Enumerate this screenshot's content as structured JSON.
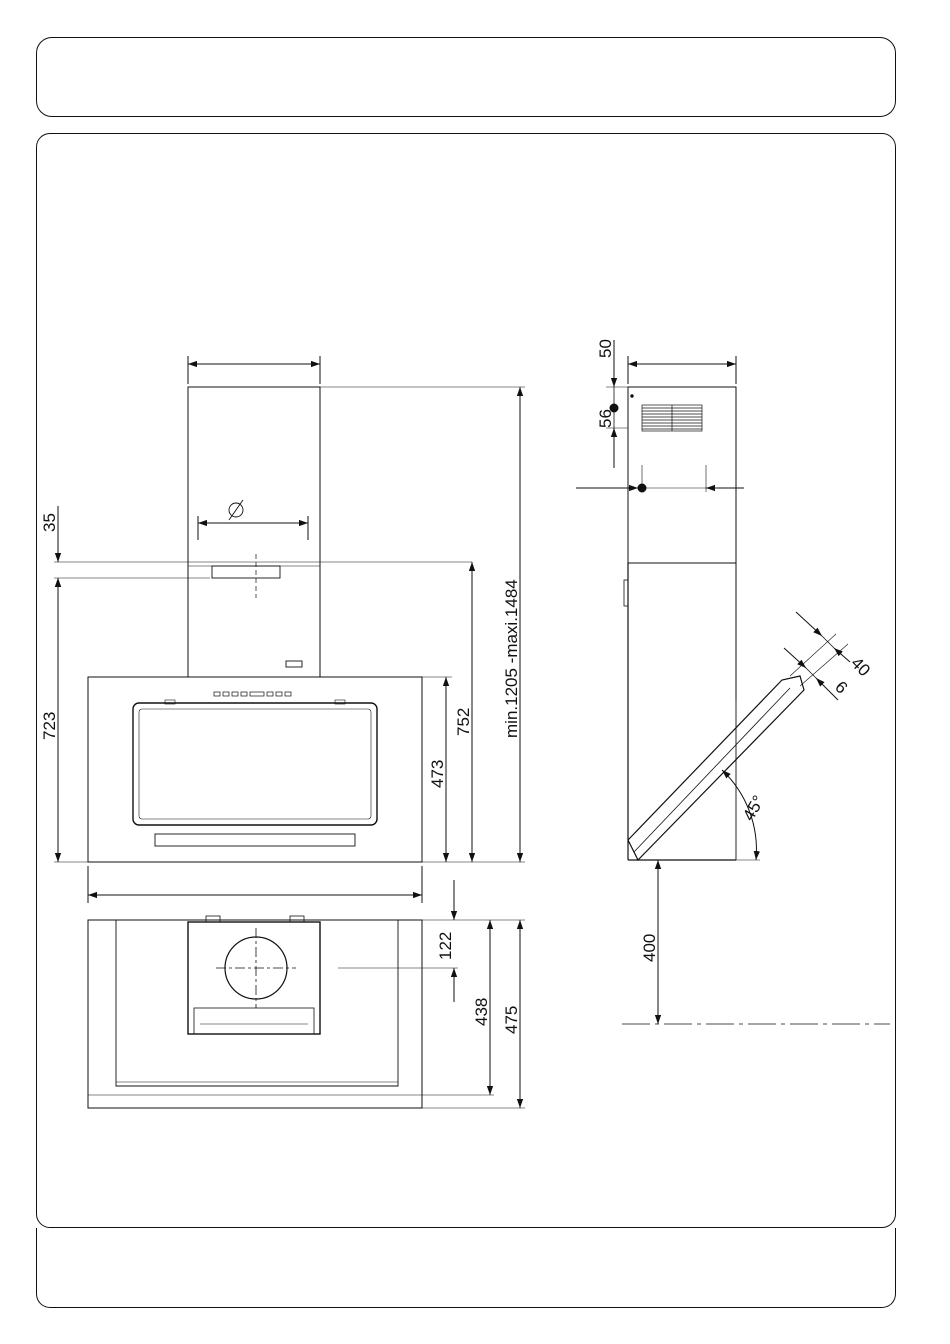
{
  "dimensions": {
    "top_gap": "35",
    "height_to_duct_mark": "723",
    "outlet_height": "752",
    "canopy_height": "473",
    "total_height_range": "min.1205  -maxi.1484",
    "outlet_offset": "122",
    "outlet_depth": "438",
    "total_depth": "475",
    "bracket_top": "50",
    "bracket_spacing": "56",
    "glass_depth": "40",
    "glass_thickness": "6",
    "tilt_angle": "45°",
    "min_clearance": "400"
  },
  "icons": {
    "diameter_symbol": "diameter-symbol-icon"
  }
}
